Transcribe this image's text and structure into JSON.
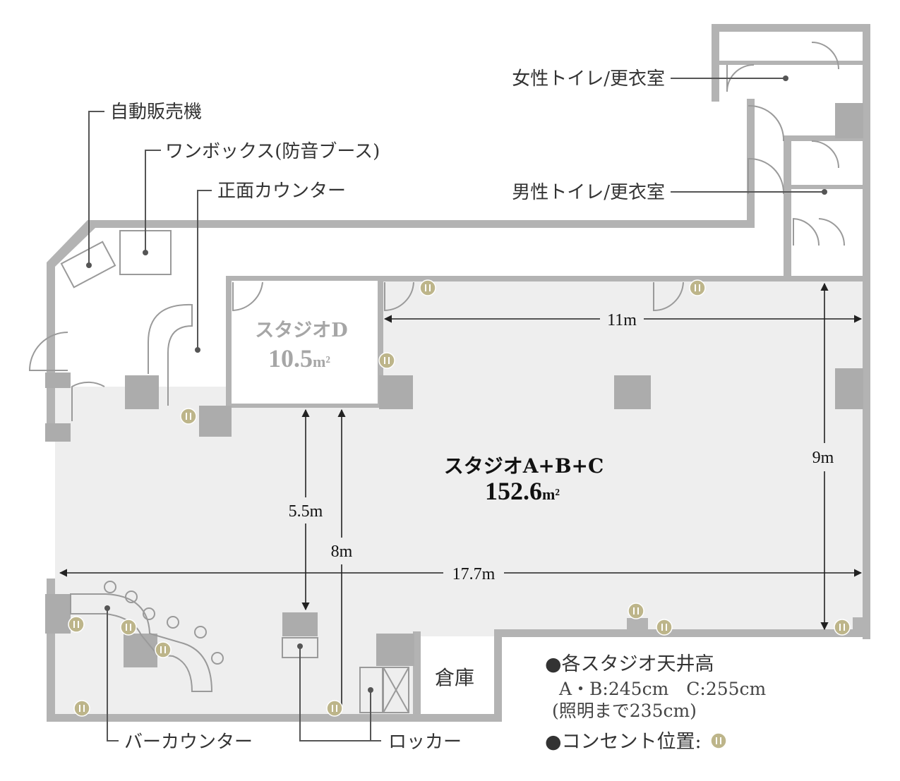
{
  "labels": {
    "vending_machine": "自動販売機",
    "one_box": "ワンボックス(防音ブース)",
    "front_counter": "正面カウンター",
    "womens_restroom": "女性トイレ/更衣室",
    "mens_restroom": "男性トイレ/更衣室",
    "bar_counter": "バーカウンター",
    "locker": "ロッカー",
    "storage": "倉庫"
  },
  "studio_d": {
    "name": "スタジオD",
    "area_value": "10.5",
    "area_unit": "m²"
  },
  "studio_main": {
    "name": "スタジオA+B+C",
    "area_value": "152.6",
    "area_unit": "m²"
  },
  "dimensions": {
    "width_d_to_right": "11m",
    "width_total": "17.7m",
    "height_right": "9m",
    "height_short": "5.5m",
    "height_long": "8m"
  },
  "notes": {
    "ceiling_title": "●各スタジオ天井高",
    "ceiling_ab_c": "A・B:245cm　C:255cm",
    "ceiling_lighting": "(照明まで235cm)",
    "outlet_legend": "●コンセント位置:"
  },
  "colors": {
    "wall": "#b3b3b3",
    "floor": "#eeeeee",
    "outlet": "#bdb58a",
    "studio_d_text": "#a6a6a6"
  },
  "icons": {
    "outlet": "outlet-icon"
  }
}
